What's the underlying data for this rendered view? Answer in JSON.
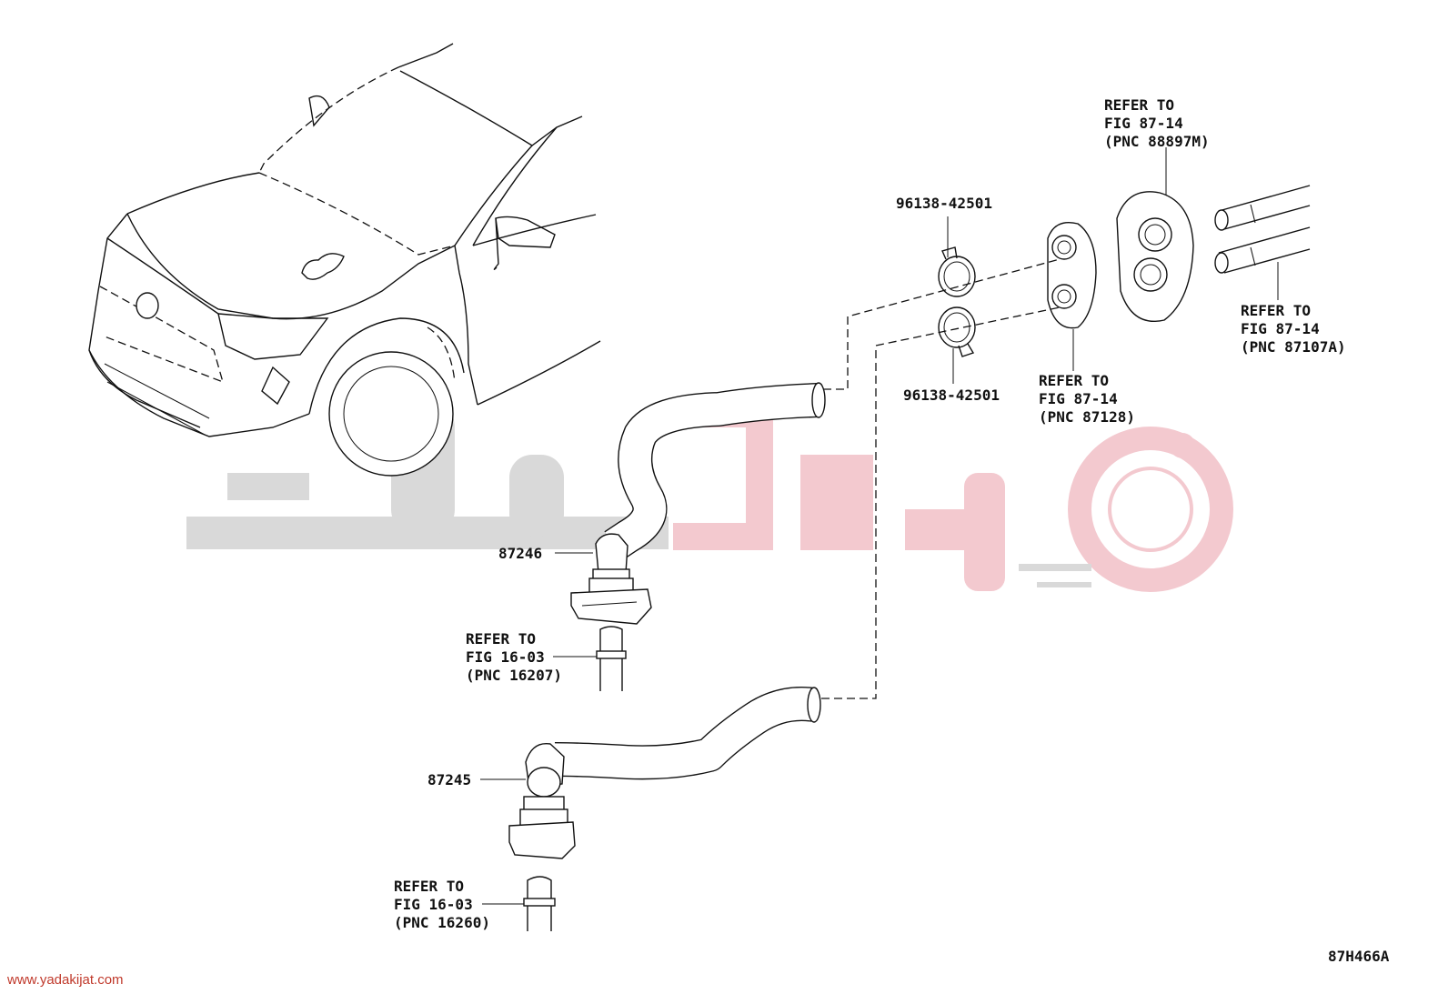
{
  "diagram_id": "87H466A",
  "watermark": {
    "text": "www.yadakijat.com",
    "colors": {
      "gray": "#d9d9d9",
      "red": "#f3c9cf"
    }
  },
  "colors": {
    "line": "#111111",
    "background": "#ffffff"
  },
  "labels": {
    "hose_upper": "87246",
    "hose_lower": "87245",
    "clamp_top": "96138-42501",
    "clamp_bottom": "96138-42501",
    "grommet_outer": [
      "REFER TO",
      "FIG 87-14",
      "(PNC 88897M)"
    ],
    "grommet_inner": [
      "REFER TO",
      "FIG 87-14",
      "(PNC 87128)"
    ],
    "heater_pipes": [
      "REFER TO",
      "FIG 87-14",
      "(PNC 87107A)"
    ],
    "pipe_upper": [
      "REFER TO",
      "FIG 16-03",
      "(PNC 16207)"
    ],
    "pipe_lower": [
      "REFER TO",
      "FIG 16-03",
      "(PNC 16260)"
    ]
  }
}
